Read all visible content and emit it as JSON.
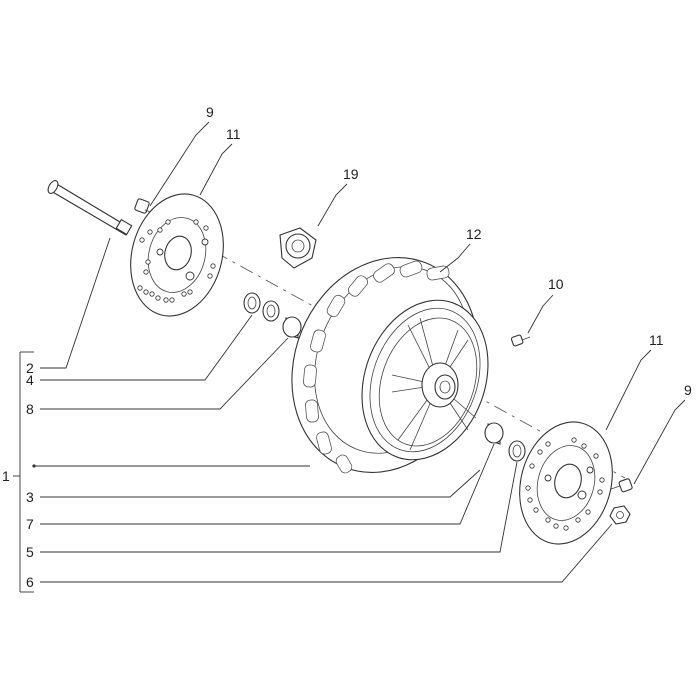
{
  "diagram": {
    "labels": {
      "assembly": "1",
      "axle": "2",
      "wheel_rim": "3",
      "bearing_left": "4",
      "bearing_right": "5",
      "nut": "6",
      "spacer_right": "7",
      "spacer_left": "8",
      "screw_left": "9",
      "screw_right": "9",
      "screw_valve": "10",
      "disc_left": "11",
      "disc_right": "11",
      "tyre": "12",
      "speedo_drive": "19"
    }
  }
}
